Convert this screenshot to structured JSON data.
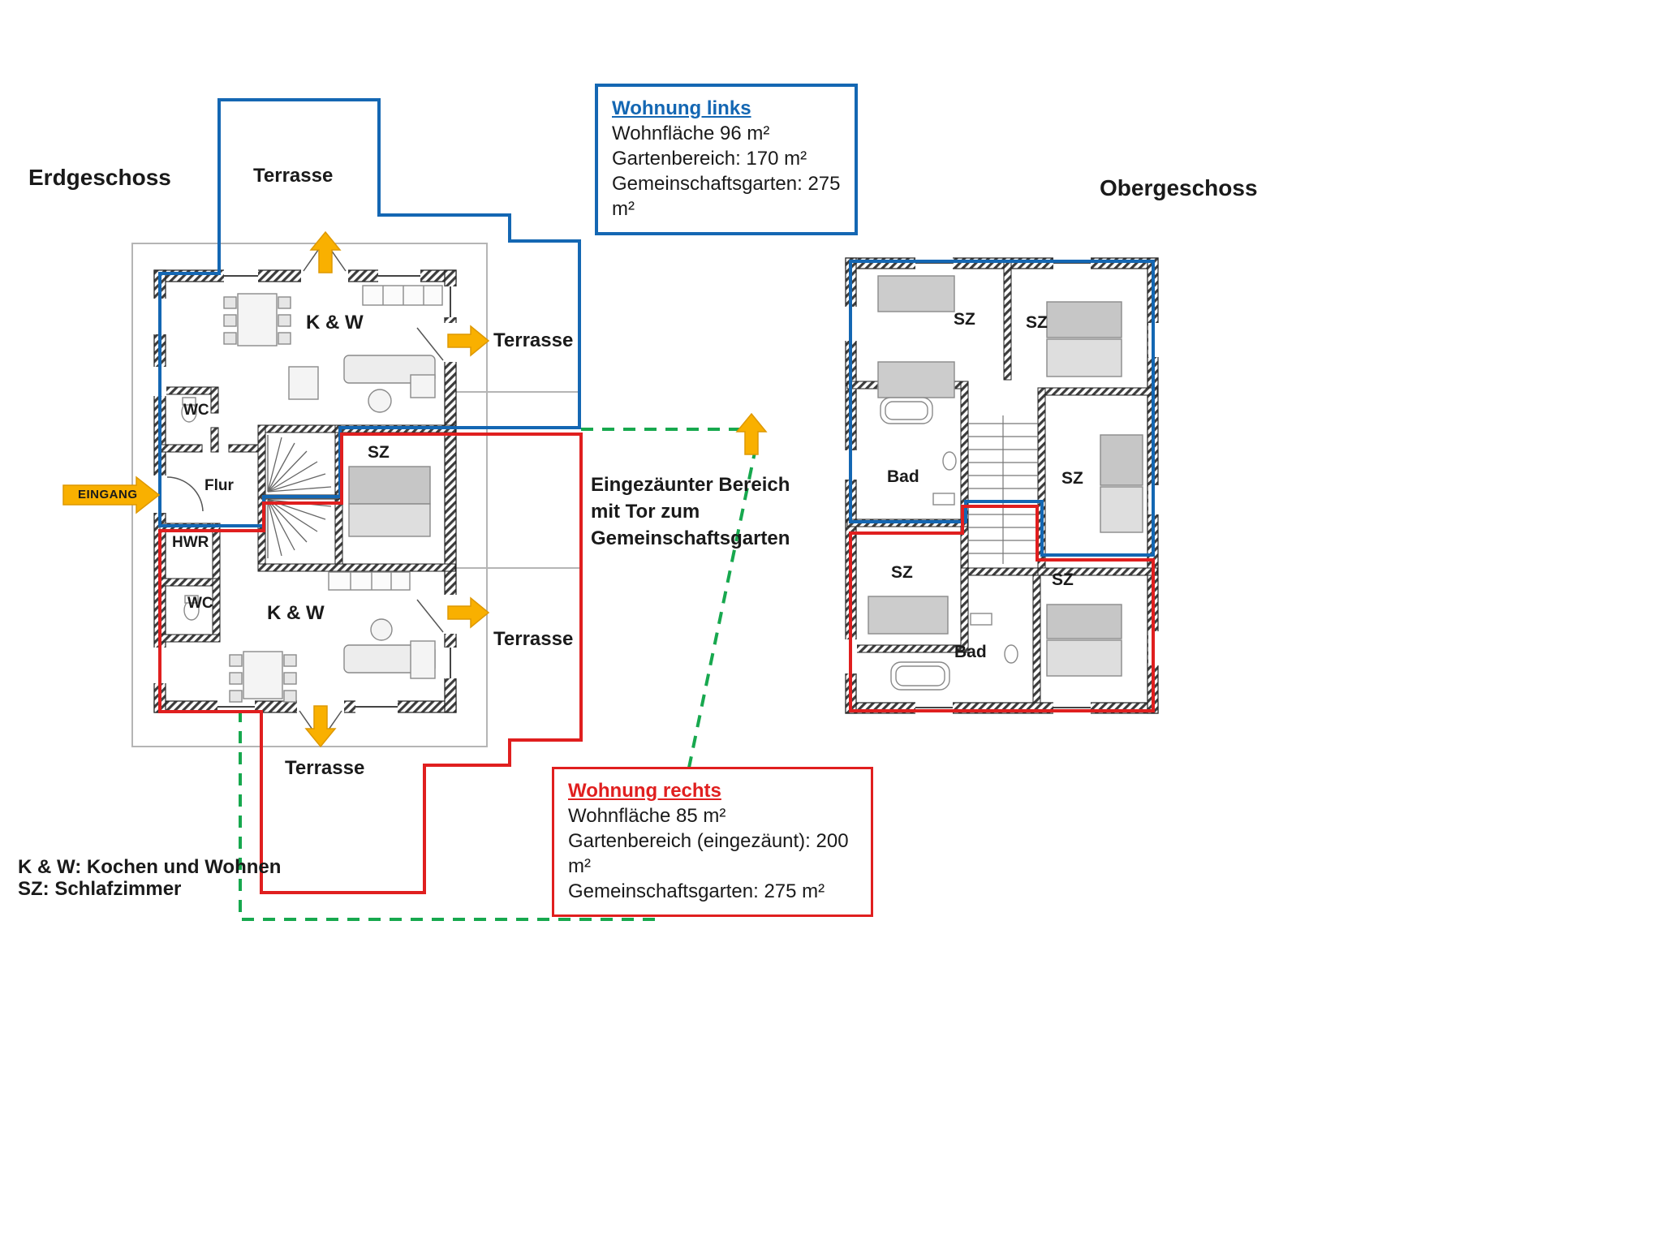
{
  "headings": {
    "ground_floor": "Erdgeschoss",
    "upper_floor": "Obergeschoss"
  },
  "info_box_left": {
    "title": "Wohnung links",
    "lines": [
      "Wohnfläche 96 m²",
      "Gartenbereich: 170 m²",
      "Gemeinschaftsgarten: 275 m²"
    ]
  },
  "info_box_right": {
    "title": "Wohnung rechts",
    "lines": [
      "Wohnfläche 85 m²",
      "Gartenbereich (eingezäunt): 200 m²",
      "Gemeinschaftsgarten: 275 m²"
    ]
  },
  "fenced_area_note": {
    "line1": "Eingezäunter Bereich",
    "line2": "mit Tor zum",
    "line3": "Gemeinschaftsgarten"
  },
  "legend": {
    "kw": "K & W: Kochen und Wohnen",
    "sz": "SZ: Schlafzimmer"
  },
  "ground_floor_labels": {
    "terrace_top": "Terrasse",
    "terrace_right_upper": "Terrasse",
    "terrace_right_lower": "Terrasse",
    "terrace_bottom": "Terrasse",
    "kitchen_living_upper": "K & W",
    "kitchen_living_lower": "K & W",
    "wc_upper": "WC",
    "wc_lower": "WC",
    "hall": "Flur",
    "utility": "HWR",
    "bedroom": "SZ",
    "entrance": "EINGANG"
  },
  "upper_floor_labels": {
    "bedroom_top_left": "SZ",
    "bedroom_top_right": "SZ",
    "bath_upper": "Bad",
    "bedroom_mid_right": "SZ",
    "bedroom_bottom_left": "SZ",
    "bedroom_bottom_right": "SZ",
    "bath_lower": "Bad"
  },
  "colors": {
    "apartment_left_outline": "#1467b3",
    "apartment_right_outline": "#e01f1f",
    "fence_outline": "#17a84e",
    "arrow_fill": "#f9b000"
  }
}
